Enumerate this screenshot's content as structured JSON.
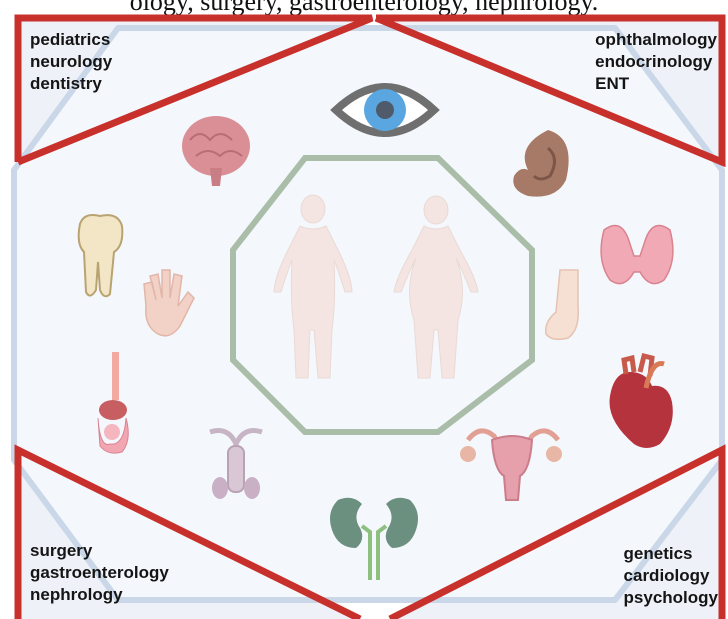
{
  "caption": "ology, surgery, gastroenterology, nephrology.",
  "corners": {
    "top_left": [
      "pediatrics",
      "neurology",
      "dentistry"
    ],
    "top_right": [
      "ophthalmology",
      "endocrinology",
      "ENT"
    ],
    "bottom_left": [
      "surgery",
      "gastroenterology",
      "nephrology"
    ],
    "bottom_right": [
      "genetics",
      "cardiology",
      "psychology"
    ]
  },
  "icons": [
    "eye-icon",
    "brain-icon",
    "ear-icon",
    "tooth-icon",
    "hand-icon",
    "thyroid-icon",
    "foot-icon",
    "digestive-tract-icon",
    "heart-icon",
    "male-reproductive-icon",
    "uterus-icon",
    "kidneys-icon",
    "male-figure-icon",
    "female-figure-icon"
  ],
  "colors": {
    "frame_red": "#c8302c",
    "hexagon_fill": "#f4f8fc",
    "hexagon_stroke": "#c9d7e8",
    "octagon_stroke": "#9db39c"
  }
}
